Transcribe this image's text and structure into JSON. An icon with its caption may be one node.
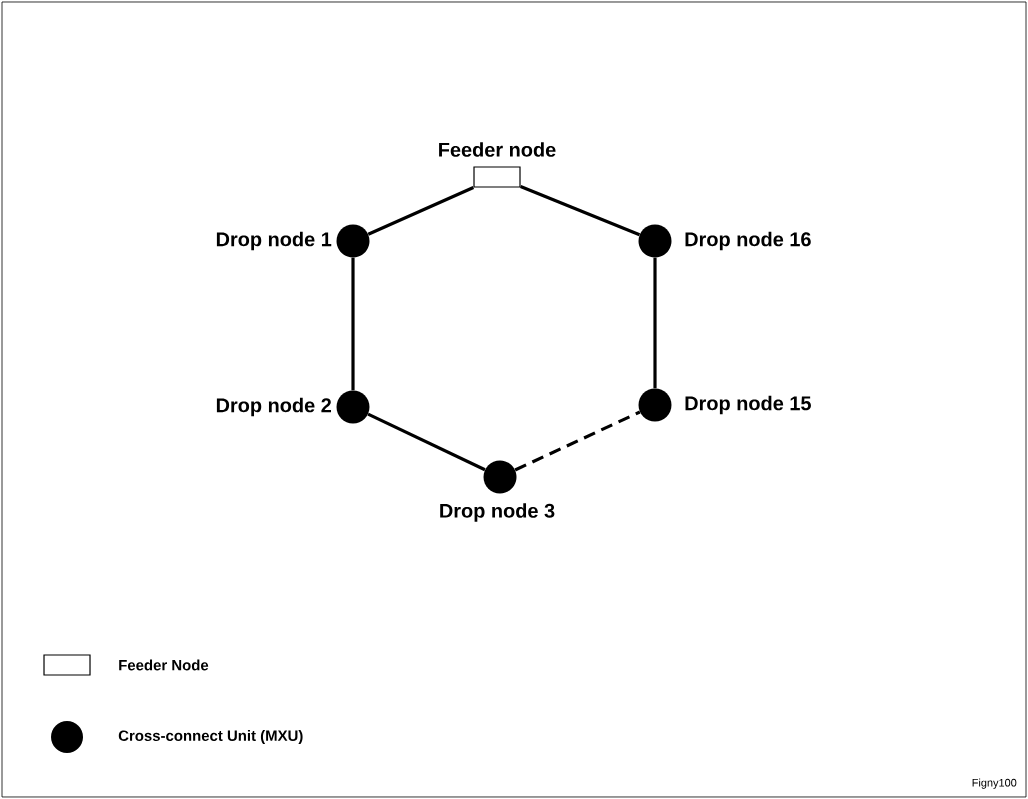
{
  "diagram": {
    "nodes": [
      {
        "text": [
          "Feeder node"
        ]
      },
      {
        "text": [
          "Drop node 1"
        ]
      },
      {
        "text": [
          "Drop node 2"
        ]
      },
      {
        "text": [
          "Drop node 3"
        ]
      },
      {
        "text": [
          "Drop node 15"
        ]
      },
      {
        "text": [
          "Drop node 16"
        ]
      }
    ],
    "edges": [
      {
        "from": 0,
        "to": 1,
        "arrow": "none"
      },
      {
        "from": 1,
        "to": 2,
        "arrow": "none"
      },
      {
        "from": 2,
        "to": 3,
        "arrow": "none"
      },
      {
        "from": 3,
        "to": 4,
        "arrow": "none",
        "style": "dashed"
      },
      {
        "from": 4,
        "to": 5,
        "arrow": "none"
      },
      {
        "from": 5,
        "to": 0,
        "arrow": "none"
      }
    ],
    "labels": [
      "Figny100"
    ],
    "legend": [
      {
        "text": "Feeder Node"
      },
      {
        "text": "Cross-connect Unit (MXU)"
      }
    ]
  }
}
